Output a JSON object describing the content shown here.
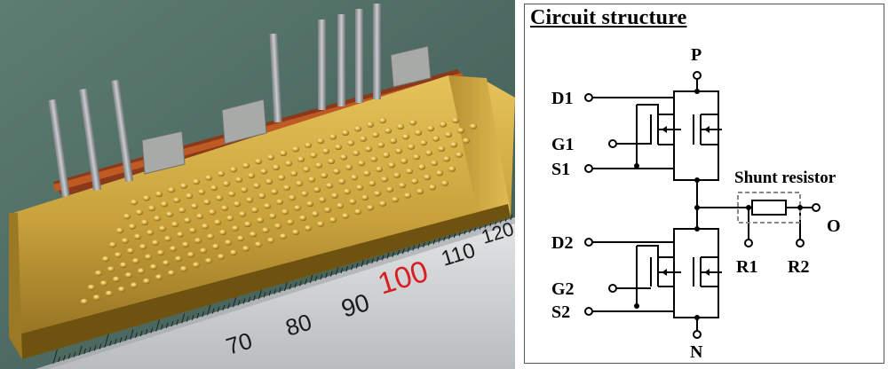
{
  "photo": {
    "ruler": {
      "tick_labels": [
        "70",
        "80",
        "90",
        "100",
        "110",
        "120"
      ],
      "highlight_label": "100",
      "highlight_color": "#d81f26"
    }
  },
  "diagram": {
    "title": "Circuit structure",
    "terminals": {
      "P": "P",
      "N": "N",
      "D1": "D1",
      "G1": "G1",
      "S1": "S1",
      "D2": "D2",
      "G2": "G2",
      "S2": "S2",
      "O": "O",
      "R1": "R1",
      "R2": "R2"
    },
    "shunt_label": "Shunt resistor"
  }
}
